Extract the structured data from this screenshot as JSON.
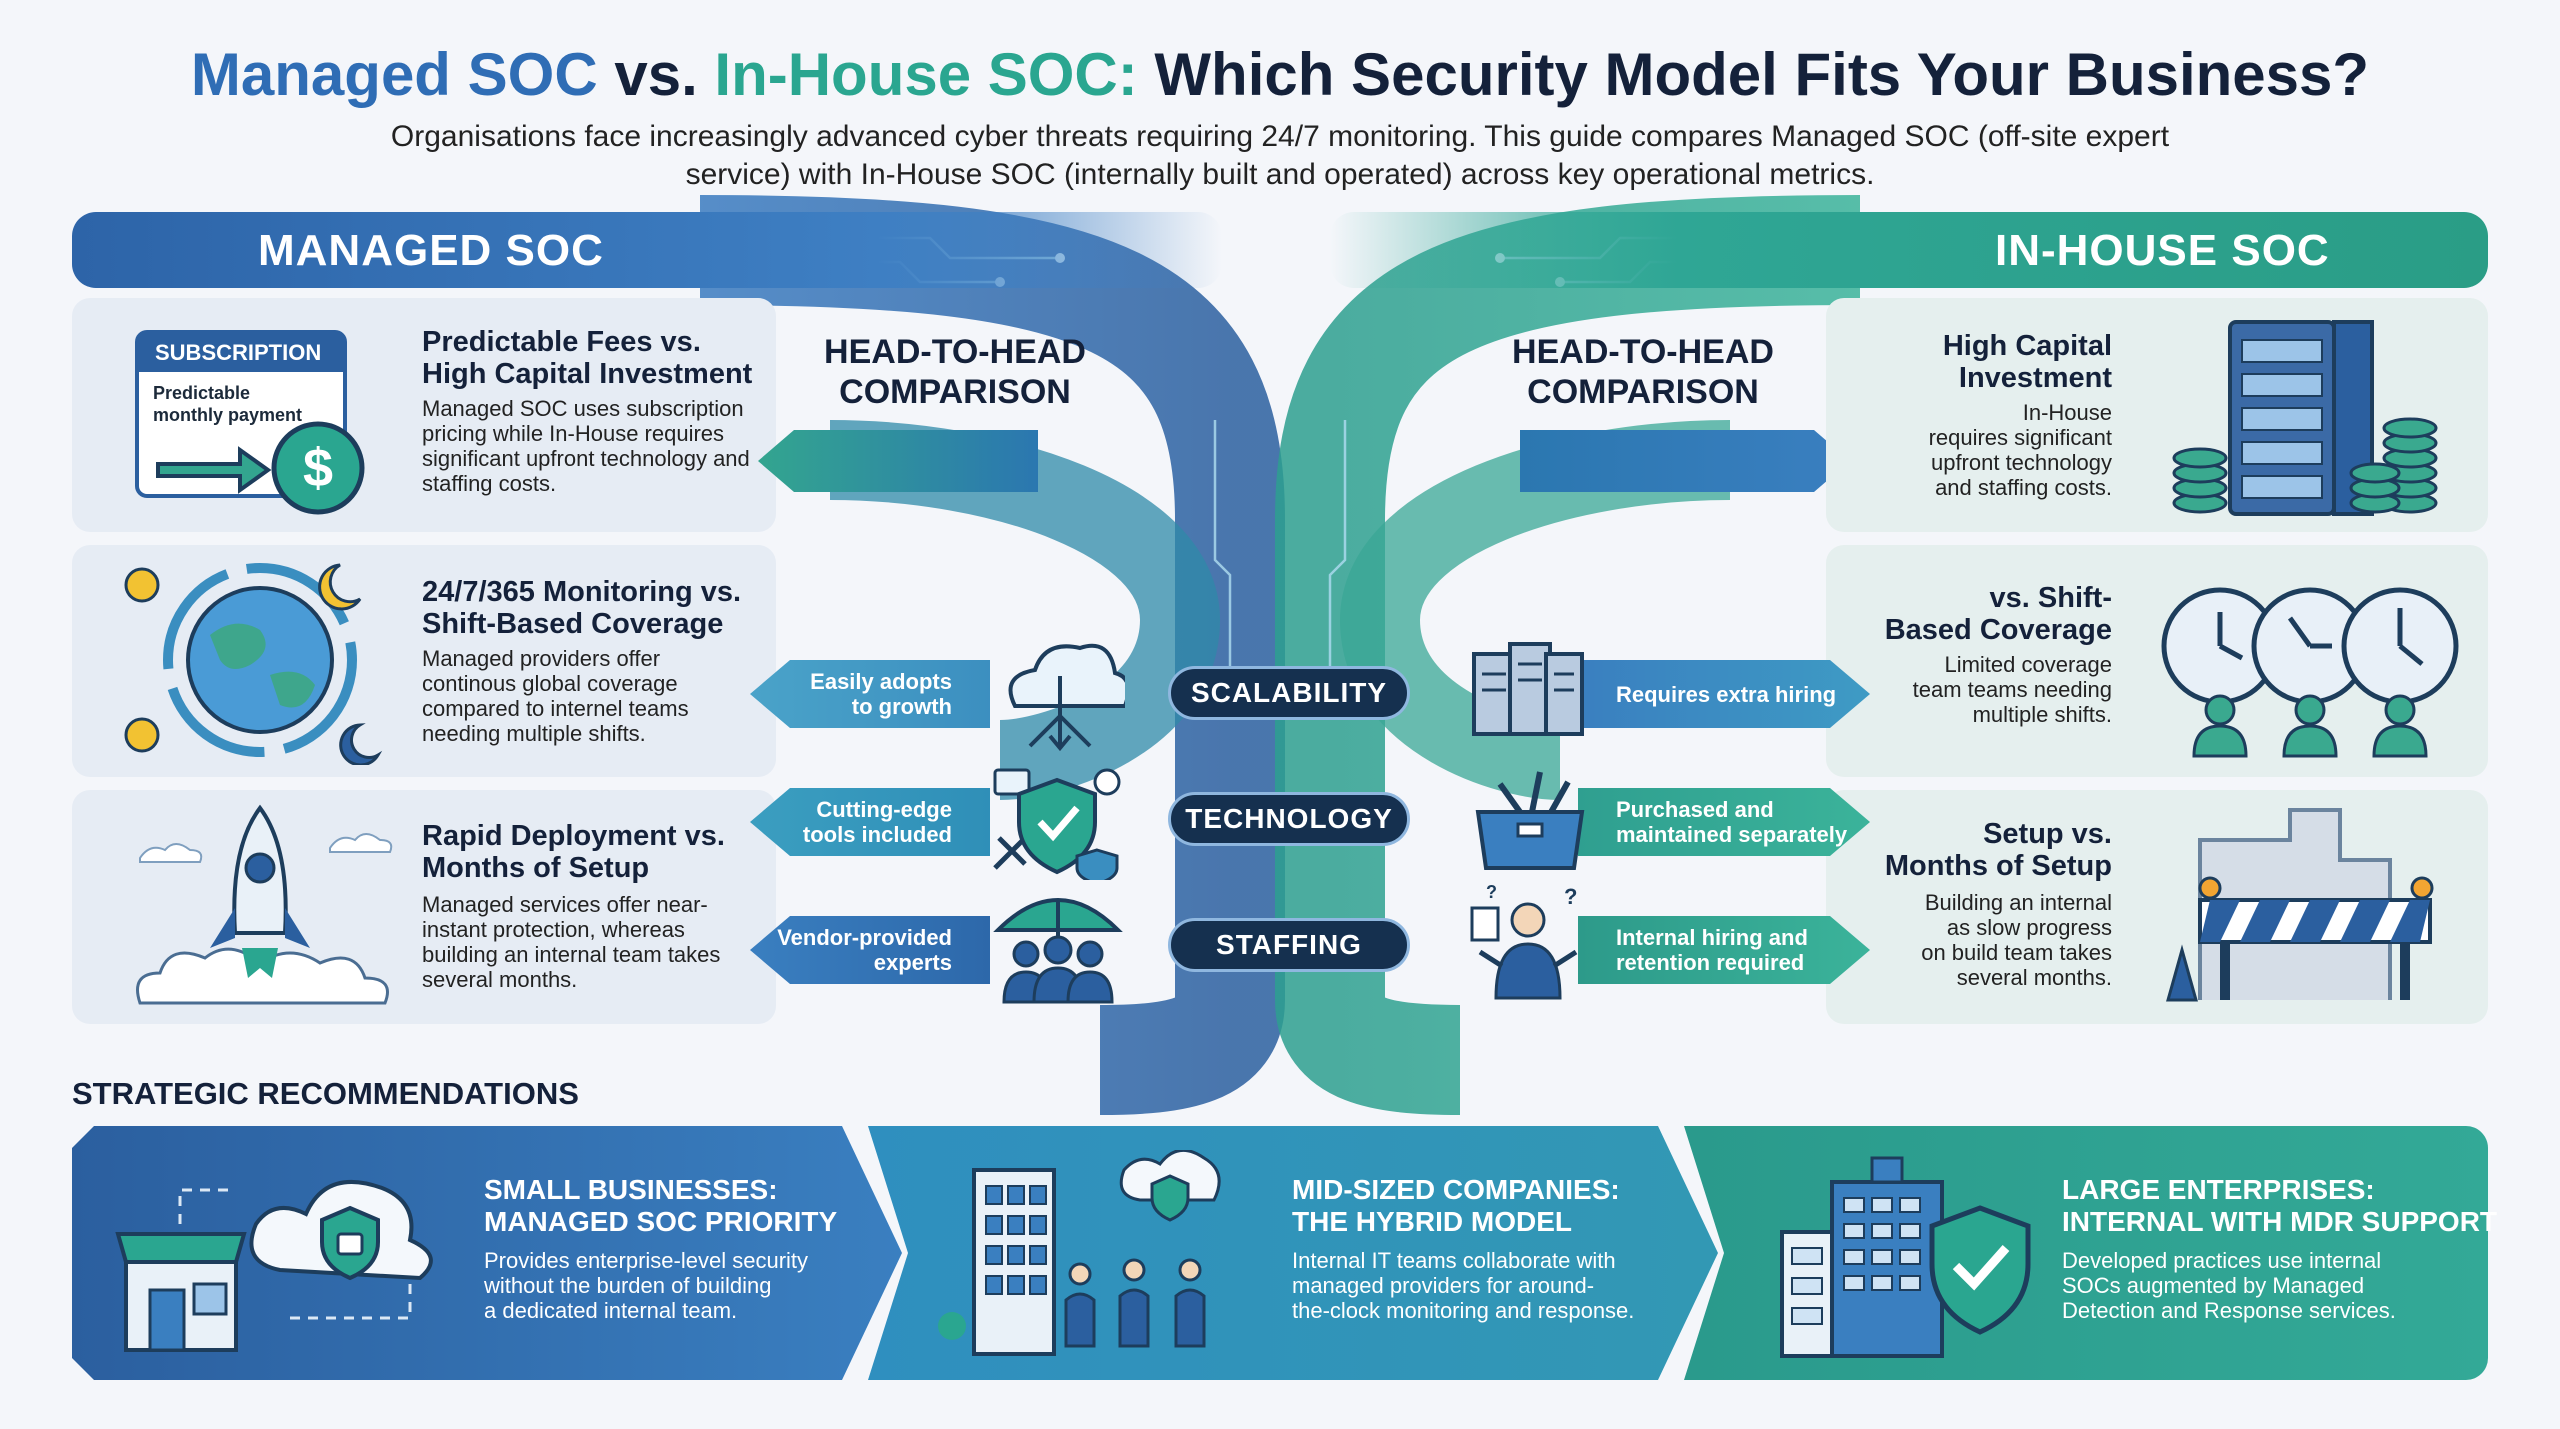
{
  "header": {
    "title_part1": "Managed SOC",
    "title_vs": " vs. ",
    "title_part2": "In-House SOC:",
    "title_rest": " Which Security Model Fits Your Business?",
    "subtitle": "Organisations face increasingly advanced cyber threats requiring 24/7 monitoring. This guide compares Managed SOC (off-site expert service) with In-House SOC (internally built and operated) across key operational metrics."
  },
  "banners": {
    "left": "MANAGED SOC",
    "right": "IN-HOUSE SOC"
  },
  "head_to_head": {
    "left": "HEAD-TO-HEAD\nCOMPARISON",
    "right": "HEAD-TO-HEAD\nCOMPARISON"
  },
  "left_panels": [
    {
      "title": "Predictable Fees vs.\nHigh Capital Investment",
      "desc": "Managed SOC uses subscription pricing while In-House requires significant upfront technology and staffing costs.",
      "icon_tag": "SUBSCRIPTION",
      "icon_text": "Predictable monthly payment"
    },
    {
      "title": "24/7/365 Monitoring vs.\nShift-Based Coverage",
      "desc": "Managed providers offer continous global coverage compared to internel teams needing multiple shifts."
    },
    {
      "title": "Rapid Deployment vs.\nMonths of Setup",
      "desc": "Managed services offer near-instant protection, whereas building an internal team takes several months."
    }
  ],
  "right_panels": [
    {
      "title": "High Capital\nInvestment",
      "desc": "In-House\nrequires significant\nupfront technology\nand staffing costs."
    },
    {
      "title": "vs. Shift-\nBased Coverage",
      "desc": "Limited coverage\nteam teams needing\nmultiple shifts."
    },
    {
      "title": "Setup vs.\nMonths of Setup",
      "desc": "Building an internal\nas slow progress\non build team takes\nseveral months."
    }
  ],
  "comparisons": [
    {
      "label": "SCALABILITY",
      "left": "Easily adopts\nto growth",
      "right": "Requires extra hiring"
    },
    {
      "label": "TECHNOLOGY",
      "left": "Cutting-edge\ntools included",
      "right": "Purchased and\nmaintained separately"
    },
    {
      "label": "STAFFING",
      "left": "Vendor-provided\nexperts",
      "right": "Internal hiring and\nretention required"
    }
  ],
  "strategic": {
    "title": "STRATEGIC RECOMMENDATIONS",
    "cards": [
      {
        "title": "SMALL BUSINESSES:\nMANAGED SOC PRIORITY",
        "desc": "Provides enterprise-level security\nwithout the burden of building\na dedicated internal team."
      },
      {
        "title": "MID-SIZED COMPANIES:\nTHE HYBRID MODEL",
        "desc": "Internal IT teams collaborate with\nmanaged providers for around-\nthe-clock monitoring and response."
      },
      {
        "title": "LARGE ENTERPRISES:\nINTERNAL WITH MDR SUPPORT",
        "desc": "Developed practices use internal\nSOCs augmented by Managed\nDetection and Response services."
      }
    ]
  },
  "colors": {
    "managed_blue": "#2f6db5",
    "inhouse_teal": "#2aa690",
    "navy": "#14213a"
  },
  "icons": [
    "subscription-card-icon",
    "dollar-coin-icon",
    "globe-icon",
    "sun-icon",
    "moon-icon",
    "rocket-icon",
    "cloud-icon",
    "server-rack-icon",
    "coin-stack-icon",
    "clock-icon",
    "person-icon",
    "construction-barrier-icon",
    "cloud-network-icon",
    "shield-check-icon",
    "gear-icon",
    "wrench-icon",
    "umbrella-icon",
    "servers-icon",
    "toolbox-icon",
    "confused-person-icon",
    "storefront-icon",
    "cloud-lock-icon",
    "office-building-icon",
    "handshake-icon",
    "enterprise-building-icon"
  ]
}
